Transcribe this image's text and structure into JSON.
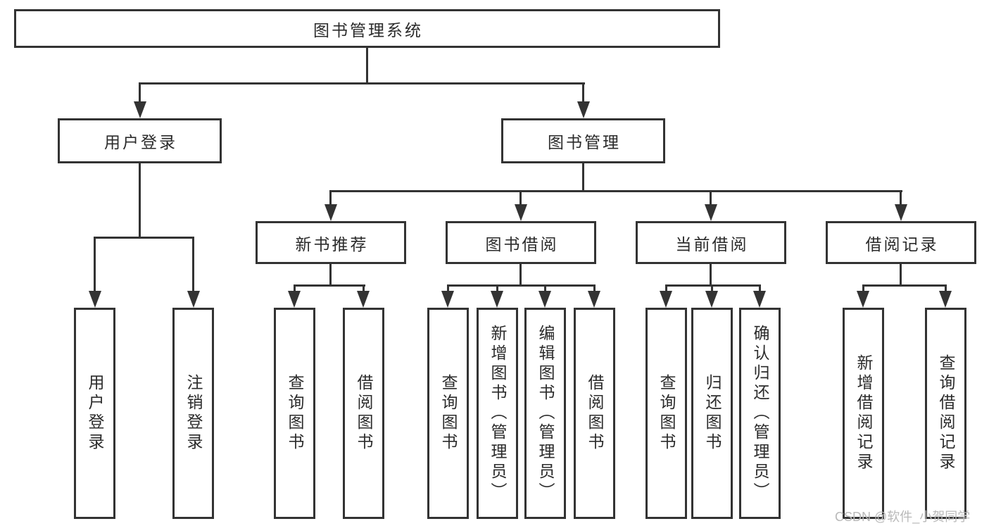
{
  "diagram": {
    "title": "图书管理系统",
    "root": {
      "label": "图书管理系统"
    },
    "level2": [
      {
        "id": "user-login",
        "label": "用户登录"
      },
      {
        "id": "book-management",
        "label": "图书管理"
      }
    ],
    "level3": [
      {
        "id": "new-book-recommend",
        "label": "新书推荐",
        "parent": "图书管理"
      },
      {
        "id": "book-borrow",
        "label": "图书借阅",
        "parent": "图书管理"
      },
      {
        "id": "current-borrow",
        "label": "当前借阅",
        "parent": "图书管理"
      },
      {
        "id": "borrow-records",
        "label": "借阅记录",
        "parent": "图书管理"
      }
    ],
    "leaves": [
      {
        "id": "user-login-action",
        "label": "用户登录",
        "parent": "用户登录"
      },
      {
        "id": "logout-action",
        "label": "注销登录",
        "parent": "用户登录"
      },
      {
        "id": "query-books-recommend",
        "label": "查询图书",
        "parent": "新书推荐"
      },
      {
        "id": "borrow-books-recommend",
        "label": "借阅图书",
        "parent": "新书推荐"
      },
      {
        "id": "query-books-borrow",
        "label": "查询图书",
        "parent": "图书借阅"
      },
      {
        "id": "add-book-admin",
        "label": "新增图书（管理员）",
        "parent": "图书借阅"
      },
      {
        "id": "edit-book-admin",
        "label": "编辑图书（管理员）",
        "parent": "图书借阅"
      },
      {
        "id": "borrow-books-borrow",
        "label": "借阅图书",
        "parent": "图书借阅"
      },
      {
        "id": "query-books-current",
        "label": "查询图书",
        "parent": "当前借阅"
      },
      {
        "id": "return-book",
        "label": "归还图书",
        "parent": "当前借阅"
      },
      {
        "id": "confirm-return-admin",
        "label": "确认归还（管理员）",
        "parent": "当前借阅"
      },
      {
        "id": "add-borrow-record",
        "label": "新增借阅记录",
        "parent": "借阅记录"
      },
      {
        "id": "query-borrow-record",
        "label": "查询借阅记录",
        "parent": "借阅记录"
      }
    ]
  },
  "watermark": "CSDN @软件_小贺同学",
  "colors": {
    "line": "#333333",
    "text": "#2b2b2b",
    "watermark": "#b9b9b9",
    "background": "#ffffff"
  }
}
